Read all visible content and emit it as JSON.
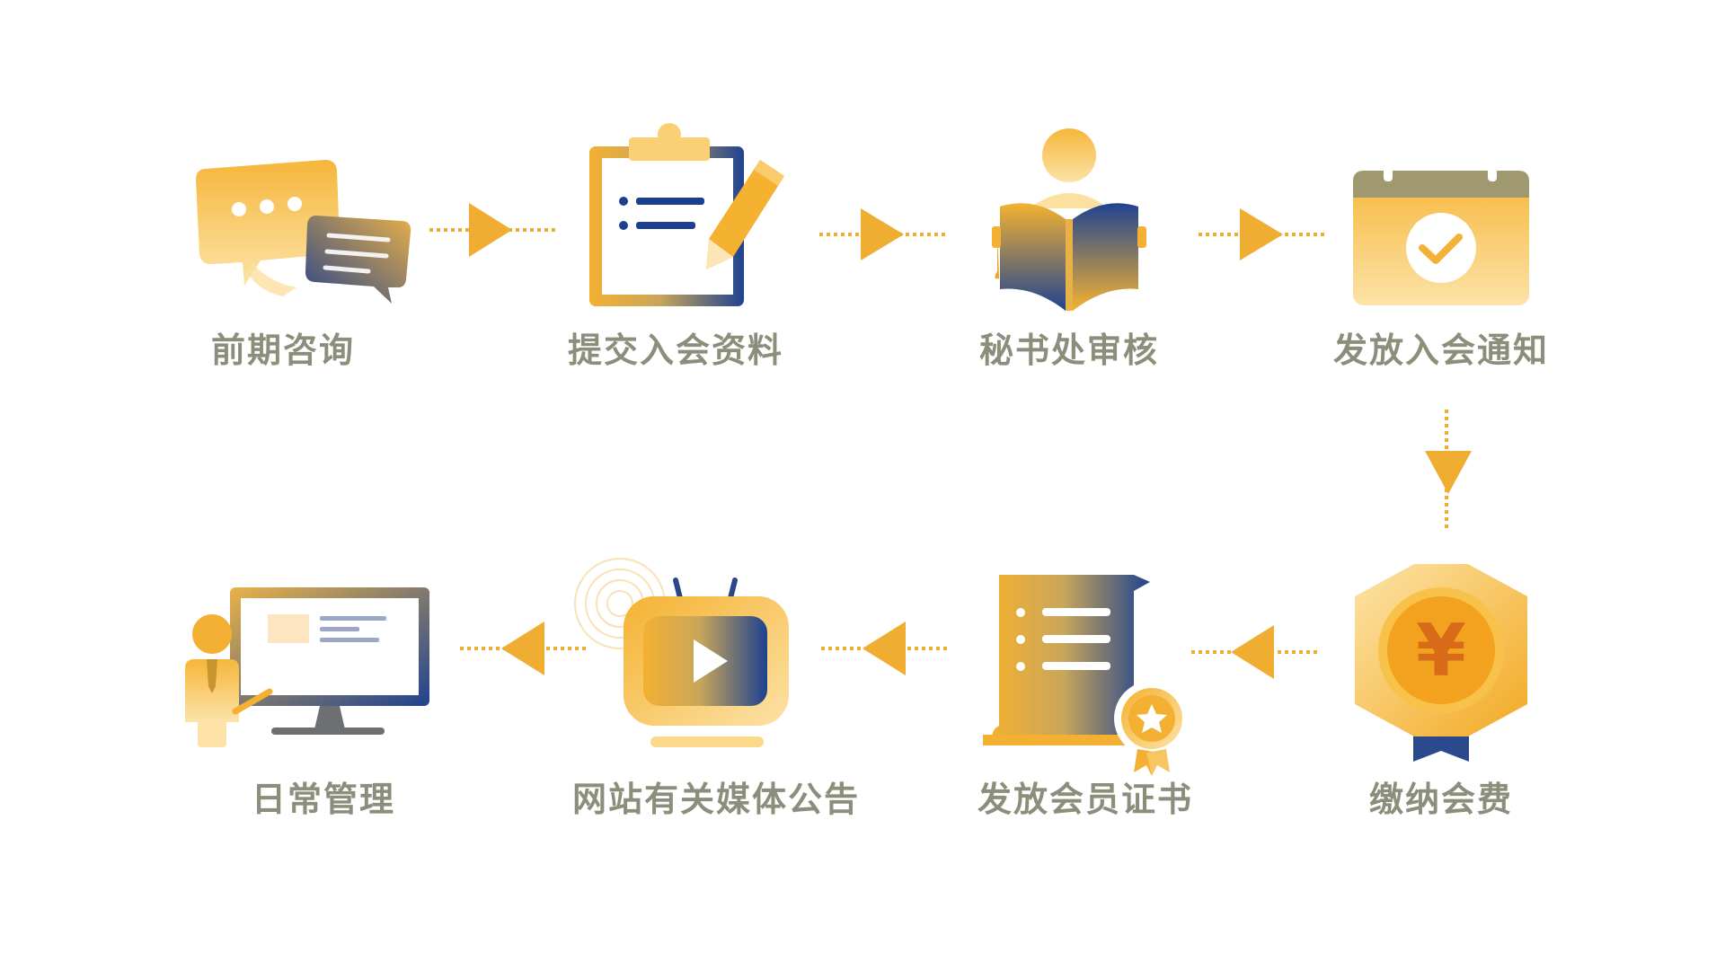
{
  "title": "",
  "steps": [
    {
      "id": "consult",
      "label": "前期咨询",
      "icon": "chat-bubbles-icon"
    },
    {
      "id": "submit",
      "label": "提交入会资料",
      "icon": "clipboard-pencil-icon"
    },
    {
      "id": "review",
      "label": "秘书处审核",
      "icon": "person-reading-book-icon"
    },
    {
      "id": "notice",
      "label": "发放入会通知",
      "icon": "calendar-check-icon"
    },
    {
      "id": "fee",
      "label": "缴纳会费",
      "icon": "yuan-coin-badge-icon",
      "symbol": "¥"
    },
    {
      "id": "certificate",
      "label": "发放会员证书",
      "icon": "certificate-scroll-icon"
    },
    {
      "id": "announce",
      "label": "网站有关媒体公告",
      "icon": "tv-play-icon"
    },
    {
      "id": "manage",
      "label": "日常管理",
      "icon": "presenter-monitor-icon"
    }
  ],
  "colors": {
    "gold": "#F2B237",
    "light_gold": "#FBDA8E",
    "navy": "#1D3F8F",
    "label": "#8A8F7C",
    "arrow": "#EFAD31"
  }
}
